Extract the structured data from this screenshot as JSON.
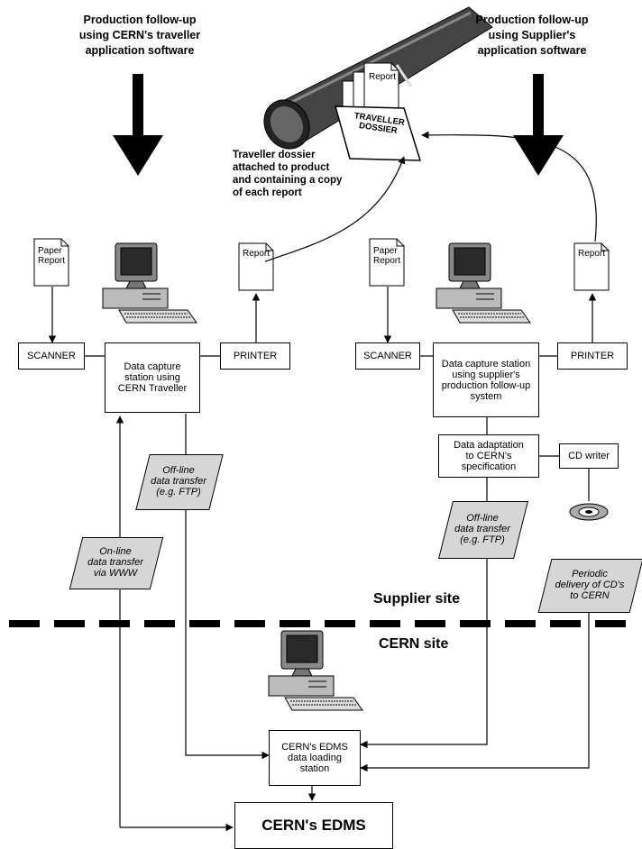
{
  "headers": {
    "left": [
      "Production follow-up",
      "using CERN's traveller",
      "application software"
    ],
    "right": [
      "Production follow-up",
      "using Supplier's",
      "application software"
    ]
  },
  "dossier": {
    "report_label": "Report",
    "folder_label": [
      "TRAVELLER",
      "DOSSIER"
    ],
    "caption": [
      "Traveller dossier",
      "attached to product",
      "and containing a copy",
      "of each report"
    ]
  },
  "left": {
    "paper": [
      "Paper",
      "Report"
    ],
    "report": "Report",
    "scanner": "SCANNER",
    "printer": "PRINTER",
    "station": [
      "Data capture",
      "station using",
      "CERN Traveller"
    ],
    "offline": [
      "Off-line",
      "data transfer",
      "(e.g. FTP)"
    ],
    "online": [
      "On-line",
      "data transfer",
      "via WWW"
    ]
  },
  "right": {
    "paper": [
      "Paper",
      "Report"
    ],
    "report": "Report",
    "scanner": "SCANNER",
    "printer": "PRINTER",
    "station": [
      "Data capture station",
      "using supplier's",
      "production follow-up",
      "system"
    ],
    "adaptation": [
      "Data adaptation",
      "to CERN's",
      "specification"
    ],
    "cd_writer": "CD writer",
    "offline": [
      "Off-line",
      "data transfer",
      "(e.g. FTP)"
    ],
    "periodic": [
      "Periodic",
      "delivery of CD's",
      "to CERN"
    ]
  },
  "sites": {
    "supplier": "Supplier site",
    "cern": "CERN site"
  },
  "cern": {
    "loading": [
      "CERN's EDMS",
      "data loading",
      "station"
    ],
    "edms": "CERN's EDMS"
  }
}
